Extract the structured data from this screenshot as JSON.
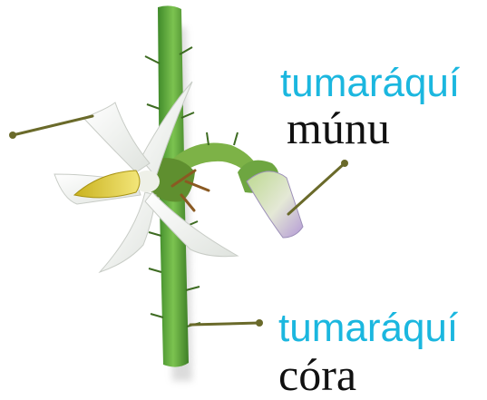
{
  "colors": {
    "label_accent": "#1bb7df",
    "label_text": "#111111",
    "leader_line": "#6a6a2a",
    "stem": "#5fa83a",
    "petal": "#f4f6f2",
    "anther": "#e9d84a",
    "bud_tip": "#b49ad6"
  },
  "labels": {
    "bud": {
      "line1": "tumaráquí",
      "line2": "múnu"
    },
    "stem": {
      "line1": "tumaráquí",
      "line2": "córa"
    }
  }
}
